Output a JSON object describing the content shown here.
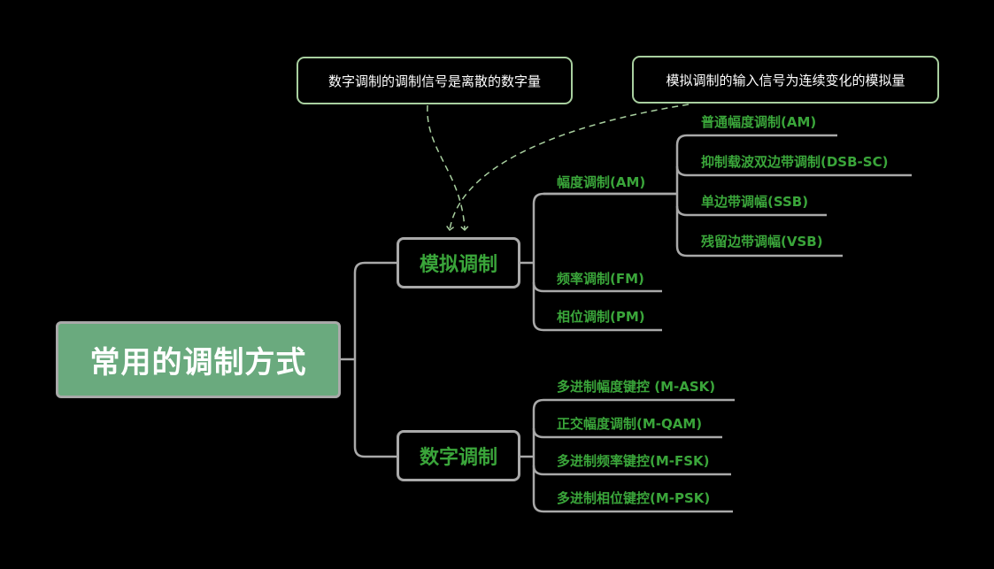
{
  "root": {
    "label": "常用的调制方式"
  },
  "categories": {
    "analog": {
      "label": "模拟调制",
      "note": "模拟调制的输入信号为连续变化的模拟量",
      "children": [
        {
          "label": "幅度调制(AM)",
          "children": [
            "普通幅度调制(AM)",
            "抑制载波双边带调制(DSB-SC)",
            "单边带调幅(SSB)",
            "残留边带调幅(VSB)"
          ]
        },
        {
          "label": "频率调制(FM)"
        },
        {
          "label": "相位调制(PM)"
        }
      ]
    },
    "digital": {
      "label": "数字调制",
      "note": "数字调制的调制信号是离散的数字量",
      "children": [
        {
          "label": "多进制幅度键控 (M-ASK)"
        },
        {
          "label": "正交幅度调制(M-QAM)"
        },
        {
          "label": "多进制频率键控(M-FSK)"
        },
        {
          "label": "多进制相位键控(M-PSK)"
        }
      ]
    }
  },
  "colors": {
    "background": "#000000",
    "root_fill": "#6aaa7e",
    "node_border": "#a9a9a9",
    "text_green": "#3aa53a",
    "note_border": "#a8cf9f",
    "connector": "#a9a9a9",
    "dashed_arrow": "#a8cf9f"
  }
}
